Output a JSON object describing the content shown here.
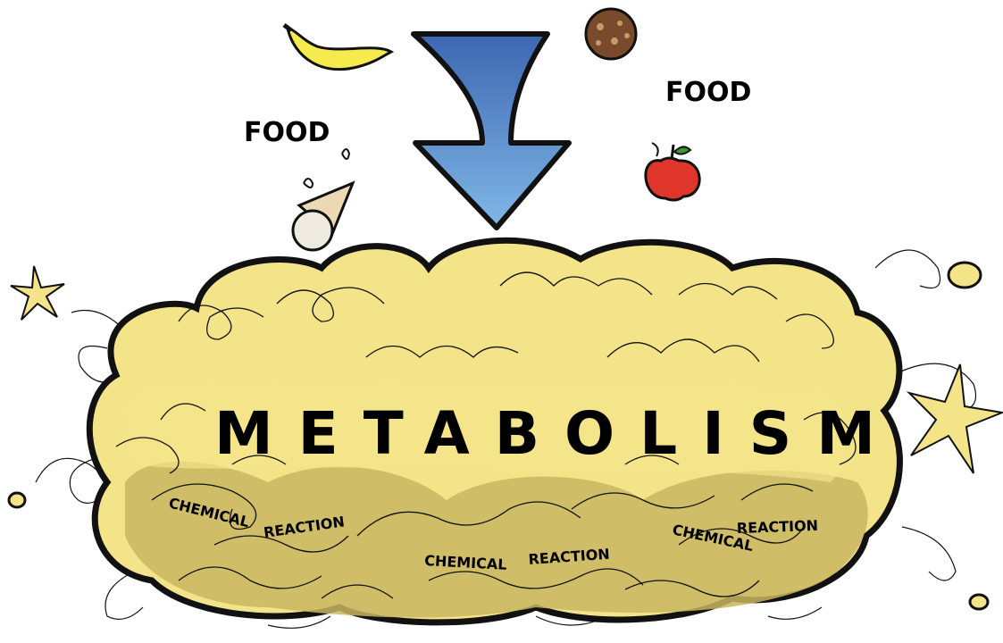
{
  "labels": {
    "food_left": "FOOD",
    "food_right": "FOOD",
    "title": "METABOLISM",
    "chemical_1": "CHEMICAL",
    "reaction_1": "REACTION",
    "chemical_2": "CHEMICAL",
    "reaction_2": "REACTION",
    "chemical_3": "CHEMICAL",
    "reaction_3": "REACTION"
  },
  "icons": [
    "banana-icon",
    "cookie-icon",
    "ice-cream-icon",
    "apple-icon",
    "down-arrow-icon",
    "star-icon"
  ],
  "colors": {
    "cloud_fill": "#f3e48a",
    "cloud_shadow": "#c9b660",
    "arrow_top": "#3d66b0",
    "arrow_bottom": "#7fb6e6",
    "banana": "#f5ea4e",
    "cookie": "#7a4a2c",
    "apple": "#e0352b",
    "cone": "#ecd9b4",
    "star": "#f3e48a"
  }
}
